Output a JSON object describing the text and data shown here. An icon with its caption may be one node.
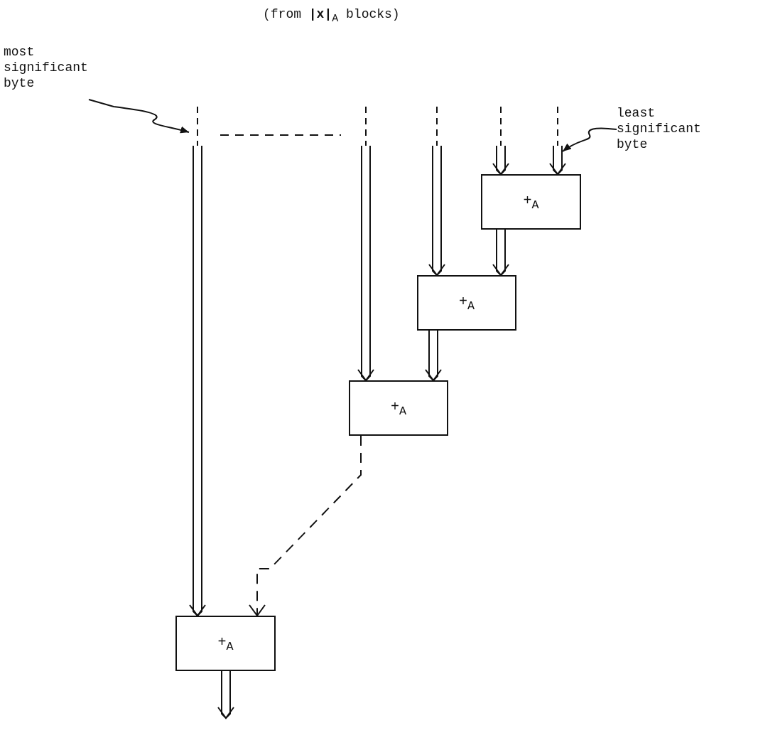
{
  "diagram": {
    "nodes": [
      {
        "text": [
          "most significant byte"
        ]
      },
      {
        "text": [
          "least significant byte"
        ]
      },
      {
        "text": [
          "+$_{A}$"
        ]
      },
      {
        "text": [
          "+$_{A}$"
        ]
      },
      {
        "text": [
          "+$_{A}$"
        ]
      },
      {
        "text": [
          "+$_{A}$"
        ]
      }
    ],
    "edges": [
      {
        "from": null,
        "to": 5,
        "arrow": "to"
      },
      {
        "from": null,
        "to": 4,
        "arrow": "to"
      },
      {
        "from": null,
        "to": 3,
        "arrow": "to"
      },
      {
        "from": null,
        "to": 2,
        "arrow": "to"
      },
      {
        "from": null,
        "to": 2,
        "arrow": "to"
      },
      {
        "from": 2,
        "to": 3,
        "arrow": "to"
      },
      {
        "from": 3,
        "to": 4,
        "arrow": "to"
      },
      {
        "from": 4,
        "to": 5,
        "arrow": "to",
        "style": "dashed"
      },
      {
        "from": 5,
        "to": null,
        "arrow": "to"
      },
      {
        "from": 0,
        "to": null,
        "arrow": "to"
      },
      {
        "from": 1,
        "to": null,
        "arrow": "to"
      }
    ],
    "labels": [
      "(from **|x|**$_{A}$ blocks)"
    ]
  }
}
